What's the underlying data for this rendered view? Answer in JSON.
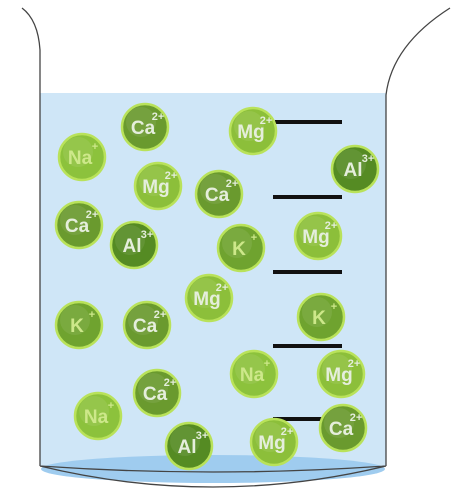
{
  "beaker": {
    "liquid_color": "#cfe6f7",
    "outline_color": "#444444",
    "bottom_color": "#9fccef",
    "mark_color": "#111111"
  },
  "ion_colors": {
    "Na": "#8cc23c",
    "Ca": "#6a9a2e",
    "Mg": "#8cbf3a",
    "Al": "#558b23",
    "K": "#6fa32f"
  },
  "ions": [
    {
      "kind": "Na",
      "symbol": "Na",
      "charge": "+",
      "label_color": "#cde88a"
    },
    {
      "kind": "Ca",
      "symbol": "Ca",
      "charge": "2+",
      "label_color": "#e5eedc"
    },
    {
      "kind": "Mg",
      "symbol": "Mg",
      "charge": "2+",
      "label_color": "#e5eedc"
    },
    {
      "kind": "Al",
      "symbol": "Al",
      "charge": "3+",
      "label_color": "#e5eedc"
    },
    {
      "kind": "Mg",
      "symbol": "Mg",
      "charge": "2+",
      "label_color": "#e5eedc"
    },
    {
      "kind": "Ca",
      "symbol": "Ca",
      "charge": "2+",
      "label_color": "#e5eedc"
    },
    {
      "kind": "Ca",
      "symbol": "Ca",
      "charge": "2+",
      "label_color": "#e5eedc"
    },
    {
      "kind": "Al",
      "symbol": "Al",
      "charge": "3+",
      "label_color": "#e5eedc"
    },
    {
      "kind": "K",
      "symbol": "K",
      "charge": "+",
      "label_color": "#cde88a"
    },
    {
      "kind": "Mg",
      "symbol": "Mg",
      "charge": "2+",
      "label_color": "#e5eedc"
    },
    {
      "kind": "Mg",
      "symbol": "Mg",
      "charge": "2+",
      "label_color": "#e5eedc"
    },
    {
      "kind": "K",
      "symbol": "K",
      "charge": "+",
      "label_color": "#cde88a"
    },
    {
      "kind": "Ca",
      "symbol": "Ca",
      "charge": "2+",
      "label_color": "#e5eedc"
    },
    {
      "kind": "K",
      "symbol": "K",
      "charge": "+",
      "label_color": "#cde88a"
    },
    {
      "kind": "Na",
      "symbol": "Na",
      "charge": "+",
      "label_color": "#cde88a"
    },
    {
      "kind": "Mg",
      "symbol": "Mg",
      "charge": "2+",
      "label_color": "#e5eedc"
    },
    {
      "kind": "Ca",
      "symbol": "Ca",
      "charge": "2+",
      "label_color": "#e5eedc"
    },
    {
      "kind": "Na",
      "symbol": "Na",
      "charge": "+",
      "label_color": "#cde88a"
    },
    {
      "kind": "Al",
      "symbol": "Al",
      "charge": "3+",
      "label_color": "#e5eedc"
    },
    {
      "kind": "Mg",
      "symbol": "Mg",
      "charge": "2+",
      "label_color": "#e5eedc"
    },
    {
      "kind": "Ca",
      "symbol": "Ca",
      "charge": "2+",
      "label_color": "#e5eedc"
    }
  ]
}
